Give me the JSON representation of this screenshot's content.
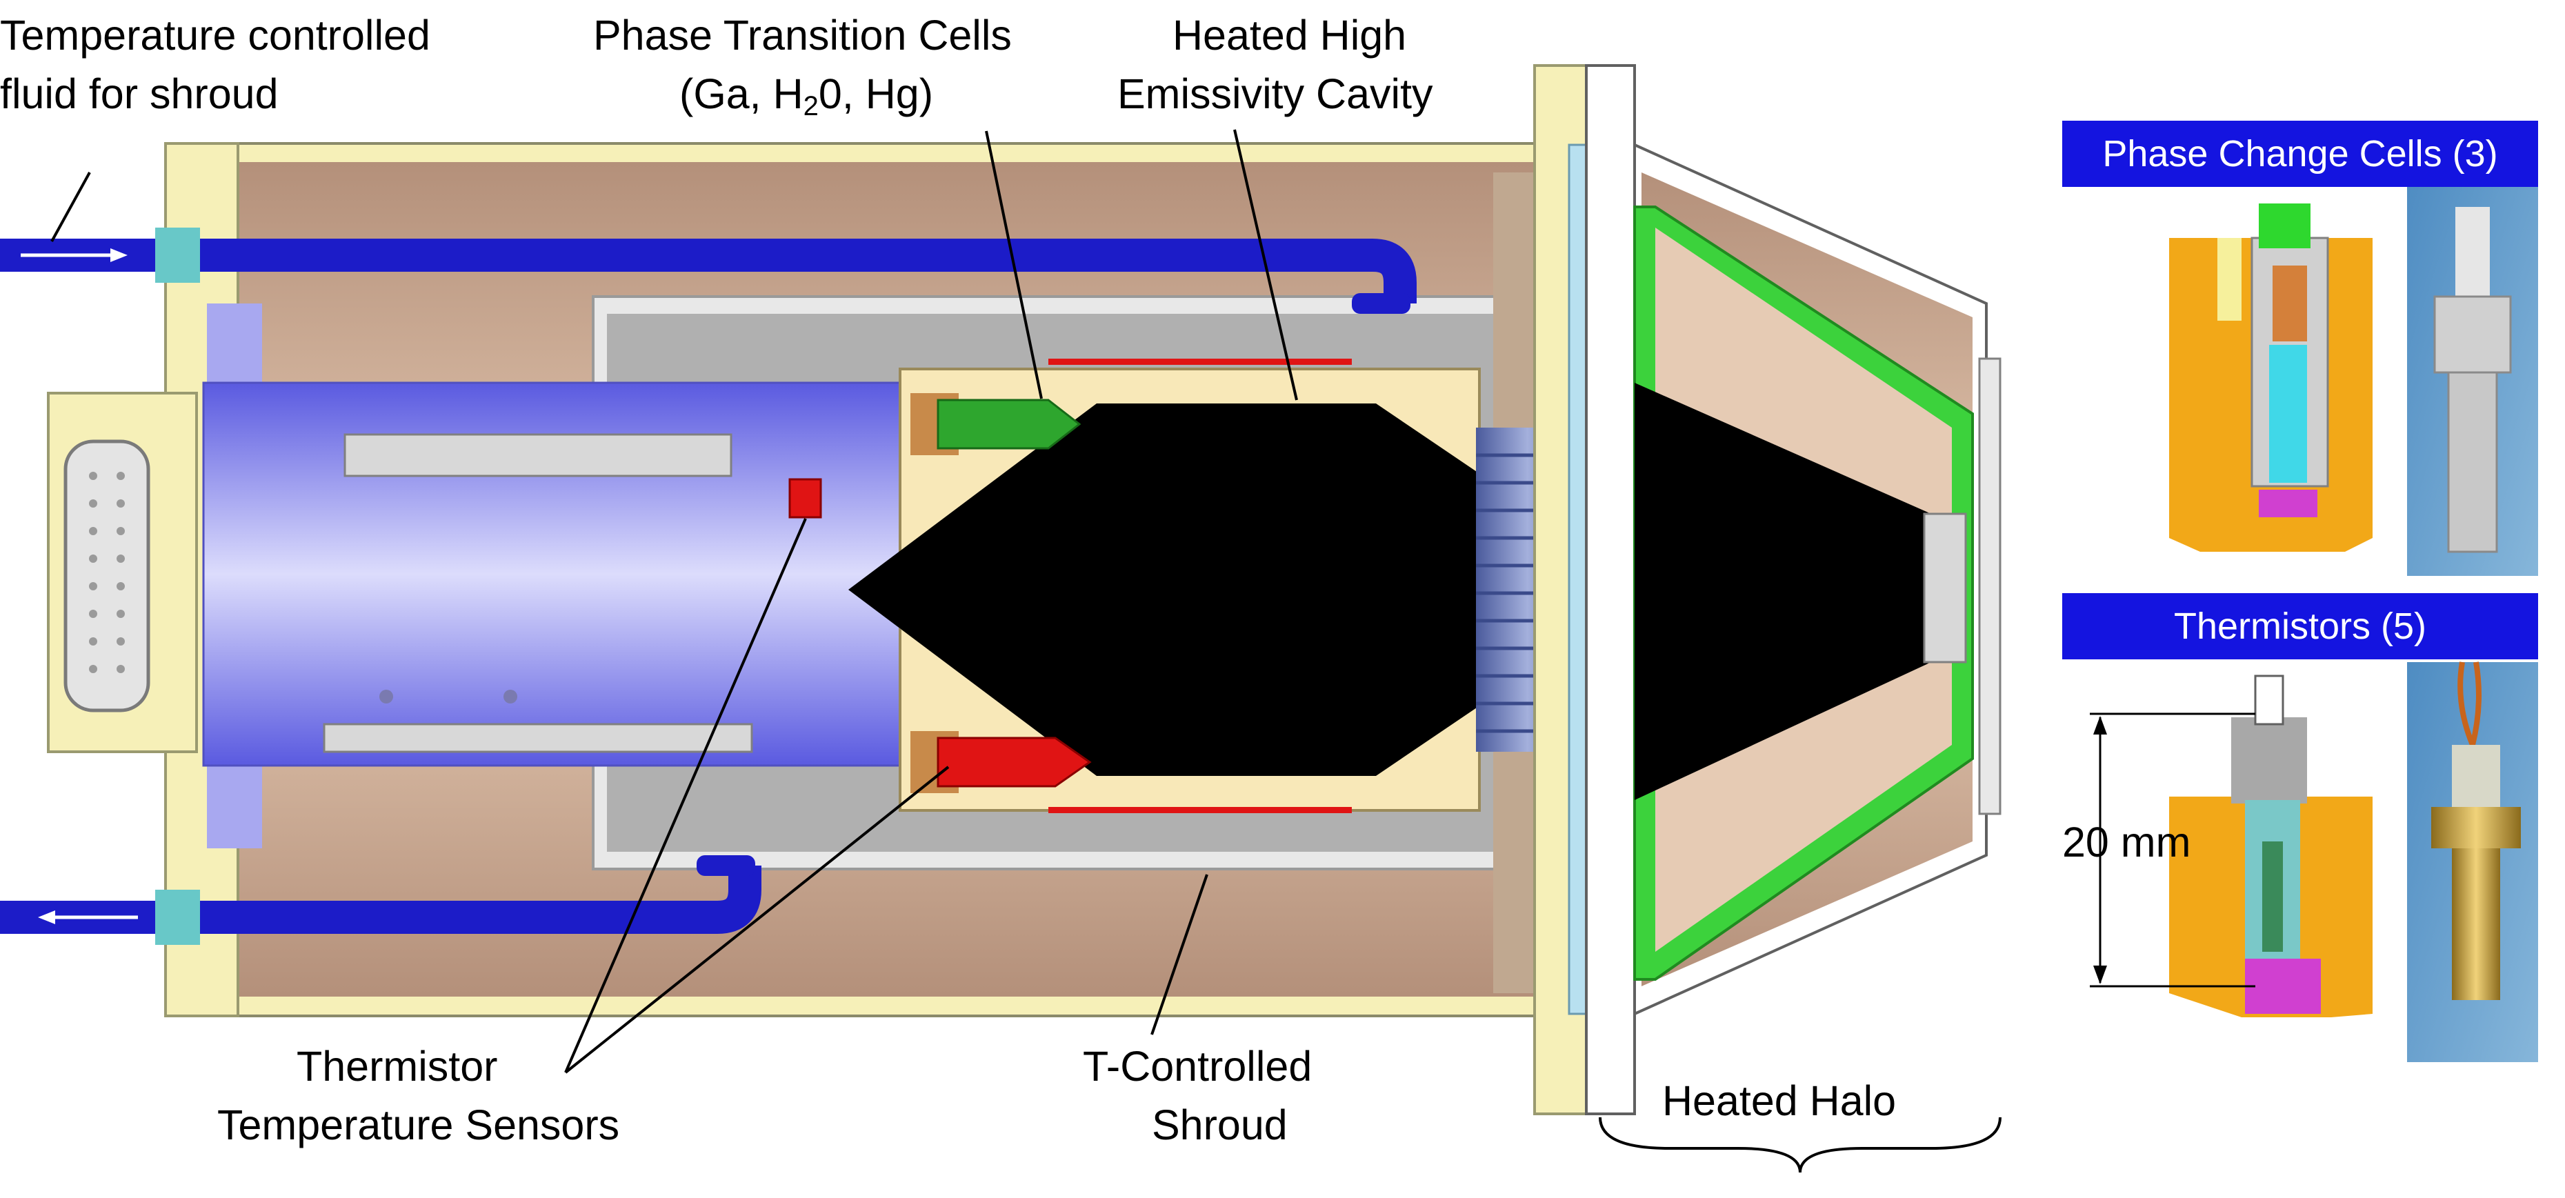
{
  "labels": {
    "fluid_line1": "Temperature controlled",
    "fluid_line2": "fluid for shroud",
    "phase_line1": "Phase Transition Cells",
    "phase_line2_pre": "(Ga, H",
    "phase_line2_sub": "2",
    "phase_line2_post": "0, Hg)",
    "cavity_line1": "Heated High",
    "cavity_line2": "Emissivity Cavity",
    "thermistor_line1": "Thermistor",
    "thermistor_line2": "Temperature Sensors",
    "shroud_line1": "T-Controlled",
    "shroud_line2": "Shroud",
    "halo": "Heated Halo",
    "dimension": "20 mm"
  },
  "banners": {
    "phase_change": "Phase Change Cells (3)",
    "thermistors": "Thermistors (5)"
  },
  "colors": {
    "blue_pipe": "#1c1cc8",
    "housing_tan": "#c8a488",
    "body_lavender": "#8a8af0",
    "interior_cream": "#f8e8b8",
    "cavity_black": "#000000",
    "cell_green": "#2ea62e",
    "thermistor_red": "#e01414",
    "halo_green": "#3cd23c",
    "bellows_blue": "#6c7cb8",
    "cell_orange": "#f2a818",
    "photo_background": "#5a9ac8",
    "banner_blue": "#1414e0"
  }
}
